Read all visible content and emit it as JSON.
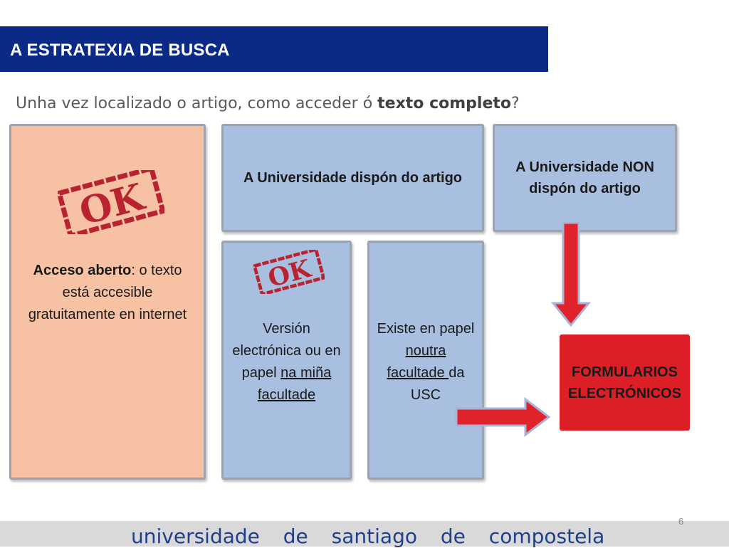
{
  "header": {
    "title": "A ESTRATEXIA DE BUSCA"
  },
  "subtitle": {
    "prefix": "Unha vez localizado o artigo, como acceder ó ",
    "bold": "texto completo",
    "suffix": "?"
  },
  "boxes": {
    "open_access": {
      "bold": "Acceso aberto",
      "text": ": o texto está accesible gratuitamente en internet",
      "stamp": "OK"
    },
    "has_article": {
      "label": "A Universidade dispón do artigo"
    },
    "no_article": {
      "label": "A Universidade NON dispón do artigo"
    },
    "my_faculty": {
      "text": "Versión electrónica ou en papel ",
      "underlined": "na miña facultade",
      "stamp": "OK"
    },
    "other_faculty": {
      "text1": "Existe en papel ",
      "underlined": "noutra facultade ",
      "text2": "da USC"
    },
    "forms": {
      "label": "FORMULARIOS ELECTRÓNICOS"
    }
  },
  "colors": {
    "title_bar": "#0b2a86",
    "blue_box": "#a9bfdf",
    "peach_box": "#f7c2a3",
    "red_box": "#dc1f26",
    "arrow": "#e0232b"
  },
  "footer": {
    "text": "universidade de santiago de compostela"
  },
  "page_number": "6"
}
